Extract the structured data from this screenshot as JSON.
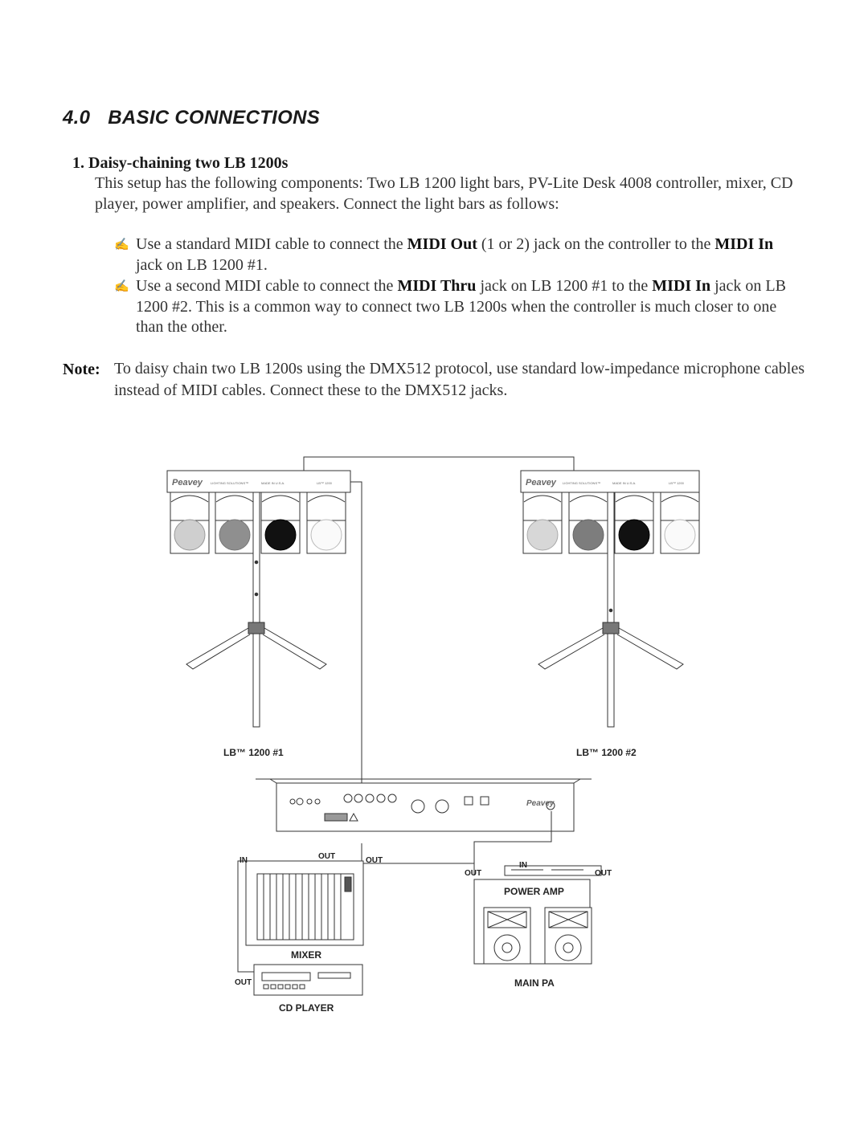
{
  "section": {
    "number": "4.0",
    "title": "BASIC CONNECTIONS"
  },
  "item": {
    "number": "1.",
    "heading": "Daisy-chaining two LB 1200s",
    "intro": "This setup has the following components: Two LB 1200 light bars, PV-Lite Desk 4008 controller, mixer, CD player, power amplifier, and speakers. Connect the light bars as follows:"
  },
  "bullets": [
    {
      "icon": "writing-hand-icon",
      "t1": "Use a standard MIDI cable to connect the ",
      "b1": "MIDI Out",
      "t2": " (1 or 2) jack on the controller to the ",
      "b2": "MIDI In",
      "t3": " jack on LB 1200 #1."
    },
    {
      "icon": "writing-hand-icon",
      "t1": "Use a second MIDI cable to connect the ",
      "b1": "MIDI Thru",
      "t2": " jack on LB 1200 #1 to the ",
      "b2": "MIDI In",
      "t3": " jack on LB 1200 #2. This is a common way to connect two LB 1200s when the controller is much closer to one than the other."
    }
  ],
  "note": {
    "label": "Note:",
    "text": "To daisy chain two LB 1200s using the DMX512 protocol, use standard low-impedance microphone cables instead of MIDI cables. Connect these to the DMX512 jacks."
  },
  "diagram": {
    "lightbar_1_label": "LB™ 1200 #1",
    "lightbar_2_label": "LB™ 1200 #2",
    "brand_mark": "Peavey",
    "brand_tagline": "LIGHTING SOLUTIONS™",
    "made_in": "MADE IN U.S.A.",
    "model_tag": "LB™ 1200",
    "mixer_in": "IN",
    "mixer_out": "OUT",
    "cd_out": "OUT",
    "amp_in_from_mixer": "OUT",
    "amp_out_left": "OUT",
    "amp_in": "IN",
    "amp_out_right": "OUT",
    "mixer_label": "MIXER",
    "cd_player_label": "CD PLAYER",
    "power_amp_label": "POWER AMP",
    "main_pa_label": "MAIN PA",
    "colors": {
      "line": "#333333",
      "light_gray": "#bdbdbd",
      "mid_gray": "#8a8a8a",
      "dark": "#111111"
    }
  }
}
